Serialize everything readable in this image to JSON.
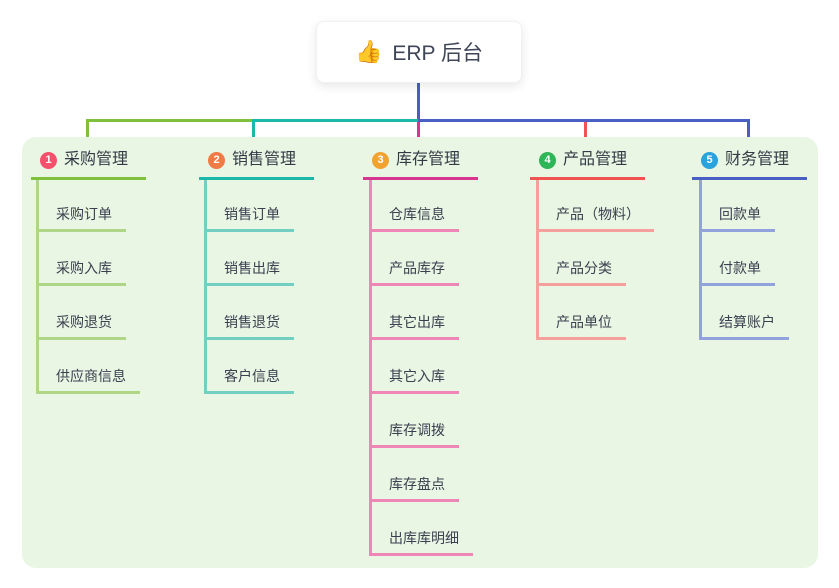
{
  "root": {
    "icon": "👍",
    "label": "ERP 后台"
  },
  "branches": [
    {
      "num": "1",
      "label": "采购管理",
      "badge_color": "#f4516c",
      "line_color": "#7fc13c",
      "child_line_color": "#aed686",
      "items": [
        "采购订单",
        "采购入库",
        "采购退货",
        "供应商信息"
      ]
    },
    {
      "num": "2",
      "label": "销售管理",
      "badge_color": "#ef7b45",
      "line_color": "#1cb8a9",
      "child_line_color": "#74cfc3",
      "items": [
        "销售订单",
        "销售出库",
        "销售退货",
        "客户信息"
      ]
    },
    {
      "num": "3",
      "label": "库存管理",
      "badge_color": "#f0a32f",
      "line_color": "#d6368f",
      "child_line_color": "#ef86b6",
      "items": [
        "仓库信息",
        "产品库存",
        "其它出库",
        "其它入库",
        "库存调拨",
        "库存盘点",
        "出库库明细"
      ]
    },
    {
      "num": "4",
      "label": "产品管理",
      "badge_color": "#2fb457",
      "line_color": "#f05352",
      "child_line_color": "#f5a09c",
      "items": [
        "产品（物料）",
        "产品分类",
        "产品单位"
      ]
    },
    {
      "num": "5",
      "label": "财务管理",
      "badge_color": "#2aa2dc",
      "line_color": "#4a5fc4",
      "child_line_color": "#92a2dd",
      "items": [
        "回款单",
        "付款单",
        "结算账户"
      ]
    }
  ],
  "colors": {
    "panel_background": "#e9f6e3",
    "root_connector": "#4a5fc4",
    "bus_segments": [
      "#7fc13c",
      "#1cb8a9",
      "#4a5fc4"
    ]
  }
}
